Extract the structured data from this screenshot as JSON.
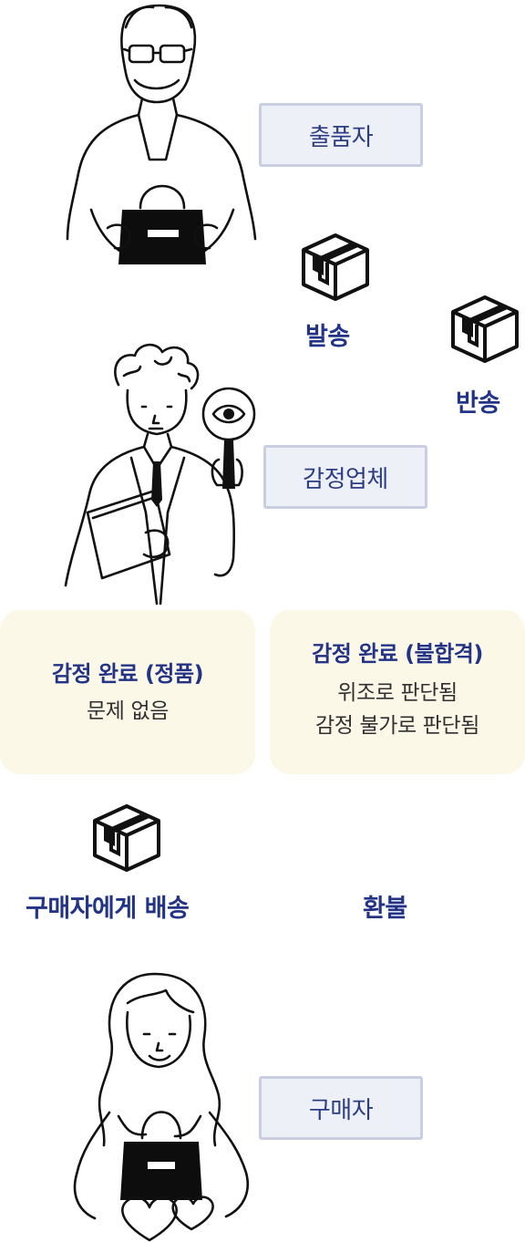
{
  "roles": {
    "seller": "출품자",
    "appraiser": "감정업체",
    "buyer": "구매자"
  },
  "steps": {
    "send": "발송",
    "return": "반송",
    "ship_to_buyer": "구매자에게 배송",
    "refund": "환불"
  },
  "results": {
    "genuine": {
      "title": "감정 완료 (정품)",
      "lines": [
        "문제 없음"
      ]
    },
    "failed": {
      "title": "감정 완료 (불합격)",
      "lines": [
        "위조로 판단됨",
        "감정 불가로 판단됨"
      ]
    }
  },
  "colors": {
    "accent_navy": "#233487",
    "label_bg": "#eef0f7",
    "label_border": "#c9cee0",
    "card_bg": "#fcf8e8"
  },
  "icons": [
    "box-icon",
    "magnifier-icon",
    "handbag-icon",
    "heart-icon"
  ]
}
